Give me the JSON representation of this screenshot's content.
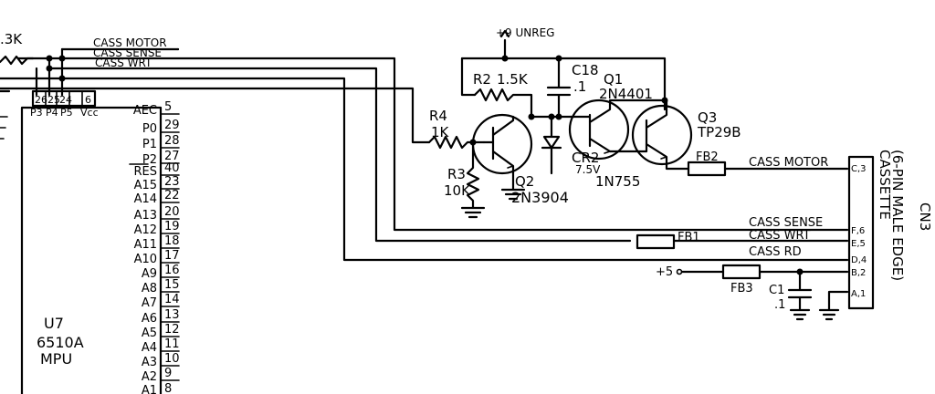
{
  "labels": {
    "resistor_partial": ".3K",
    "net_cass_motor_top": "CASS MOTOR",
    "net_cass_sense_top": "CASS SENSE",
    "net_cass_wrt_top": "CASS WRT",
    "pin_26": "26",
    "pin_25": "25",
    "pin_24": "24",
    "pin_6": "6",
    "port_p3": "P3",
    "port_p4": "P4",
    "port_p5": "P5",
    "port_vcc": "Vcc",
    "supply_9v": "+9 UNREG",
    "r2_ref": "R2",
    "r2_val": "1.5K",
    "c18_ref": "C18",
    "c18_val": ".1",
    "q1_ref": "Q1",
    "q1_part": "2N4401",
    "r4_ref": "R4",
    "r4_val": "1K",
    "r3_ref": "R3",
    "r3_val": "10K",
    "q2_ref": "Q2",
    "q2_part": "2N3904",
    "cr2_ref": "CR2",
    "cr2_volt": "7.5V",
    "cr2_part": "1N755",
    "q3_ref": "Q3",
    "q3_part": "TP29B",
    "fb2_ref": "FB2",
    "net_cass_motor_right": "CASS MOTOR",
    "net_cass_sense_right": "CASS SENSE",
    "net_cass_wrt_right": "CASS WRT",
    "net_cass_rd_right": "CASS RD",
    "fb1_ref": "FB1",
    "supply_5v": "+5",
    "fb3_ref": "FB3",
    "c1_ref": "C1",
    "c1_val": ".1",
    "u7_ref": "U7",
    "u7_part": "6510A",
    "u7_func": "MPU",
    "cn3_ref": "CN3",
    "cn3_desc1": "(6-PIN MALE EDGE)",
    "cn3_desc2": "CASSETTE"
  },
  "edge_pins": [
    "C,3",
    "F,6",
    "E,5",
    "D,4",
    "B,2",
    "A,1"
  ],
  "mpu_pins": [
    {
      "name": "AEC",
      "num": "5"
    },
    {
      "name": "P0",
      "num": "29"
    },
    {
      "name": "P1",
      "num": "28"
    },
    {
      "name": "P2",
      "num": "27"
    },
    {
      "name": "RES",
      "num": "40"
    },
    {
      "name": "A15",
      "num": "23"
    },
    {
      "name": "A14",
      "num": "22"
    },
    {
      "name": "A13",
      "num": "20"
    },
    {
      "name": "A12",
      "num": "19"
    },
    {
      "name": "A11",
      "num": "18"
    },
    {
      "name": "A10",
      "num": "17"
    },
    {
      "name": "A9",
      "num": "16"
    },
    {
      "name": "A8",
      "num": "15"
    },
    {
      "name": "A7",
      "num": "14"
    },
    {
      "name": "A6",
      "num": "13"
    },
    {
      "name": "A5",
      "num": "12"
    },
    {
      "name": "A4",
      "num": "11"
    },
    {
      "name": "A3",
      "num": "10"
    },
    {
      "name": "A2",
      "num": "9"
    },
    {
      "name": "A1",
      "num": "8"
    }
  ]
}
